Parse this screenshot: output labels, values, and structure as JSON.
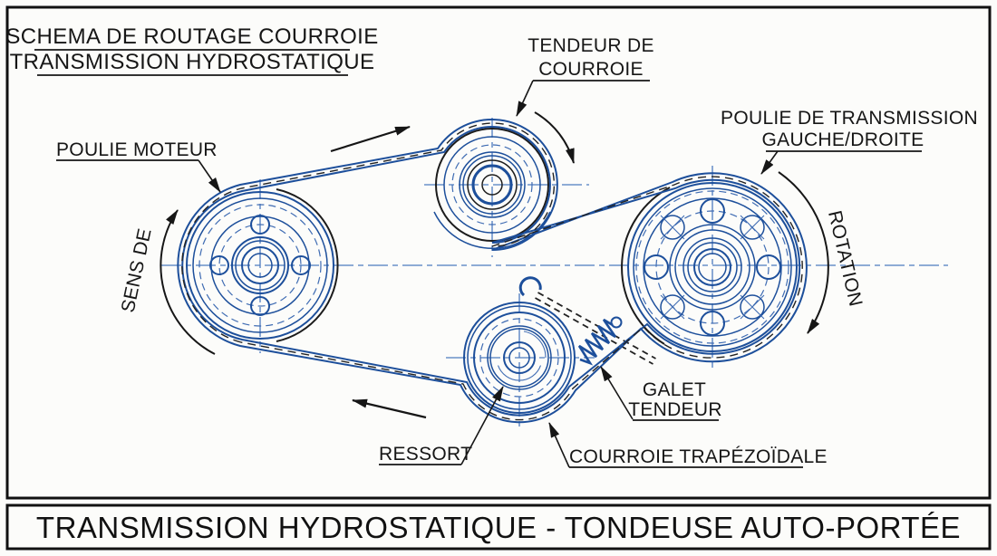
{
  "diagram": {
    "title_line1": "SCHEMA DE ROUTAGE COURROIE",
    "title_line2": "TRANSMISSION HYDROSTATIQUE",
    "labels": {
      "belt_tensioner_line1": "TENDEUR DE",
      "belt_tensioner_line2": "COURROIE",
      "transmission_pulley_line1": "POULIE DE TRANSMISSION",
      "transmission_pulley_line2": "GAUCHE/DROITE",
      "motor_pulley": "POULIE MOTEUR",
      "rotation_left": "SENS DE",
      "rotation_right": "ROTATION",
      "idler_line1": "GALET",
      "idler_line2": "TENDEUR",
      "spring": "RESSORT",
      "v_belt": "COURROIE TRAPÉZOÏDALE"
    },
    "colors": {
      "line_blue": "#1d4f9b",
      "centerline_blue": "#4d7bbf",
      "ink_black": "#1c1c1c",
      "background": "#fcfcfa"
    }
  },
  "title_block": {
    "text": "TRANSMISSION HYDROSTATIQUE - TONDEUSE AUTO-PORTÉE"
  }
}
